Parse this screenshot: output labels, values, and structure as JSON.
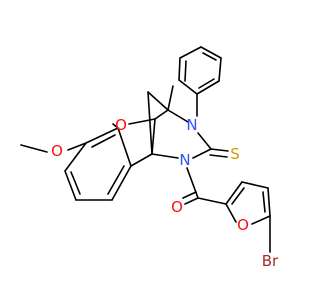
{
  "molecule": {
    "atoms": {
      "o_ring": {
        "text": "O",
        "color": "#FF0D0D"
      },
      "o_methoxy": {
        "text": "O",
        "color": "#FF0D0D"
      },
      "n_phenyl": {
        "text": "N",
        "color": "#3050F8"
      },
      "n_acyl": {
        "text": "N",
        "color": "#3050F8"
      },
      "s_thione": {
        "text": "S",
        "color": "#C8A000"
      },
      "o_carbonyl": {
        "text": "O",
        "color": "#FF0D0D"
      },
      "o_furan": {
        "text": "O",
        "color": "#FF0D0D"
      },
      "br": {
        "text": "Br",
        "color": "#A62929"
      }
    }
  }
}
